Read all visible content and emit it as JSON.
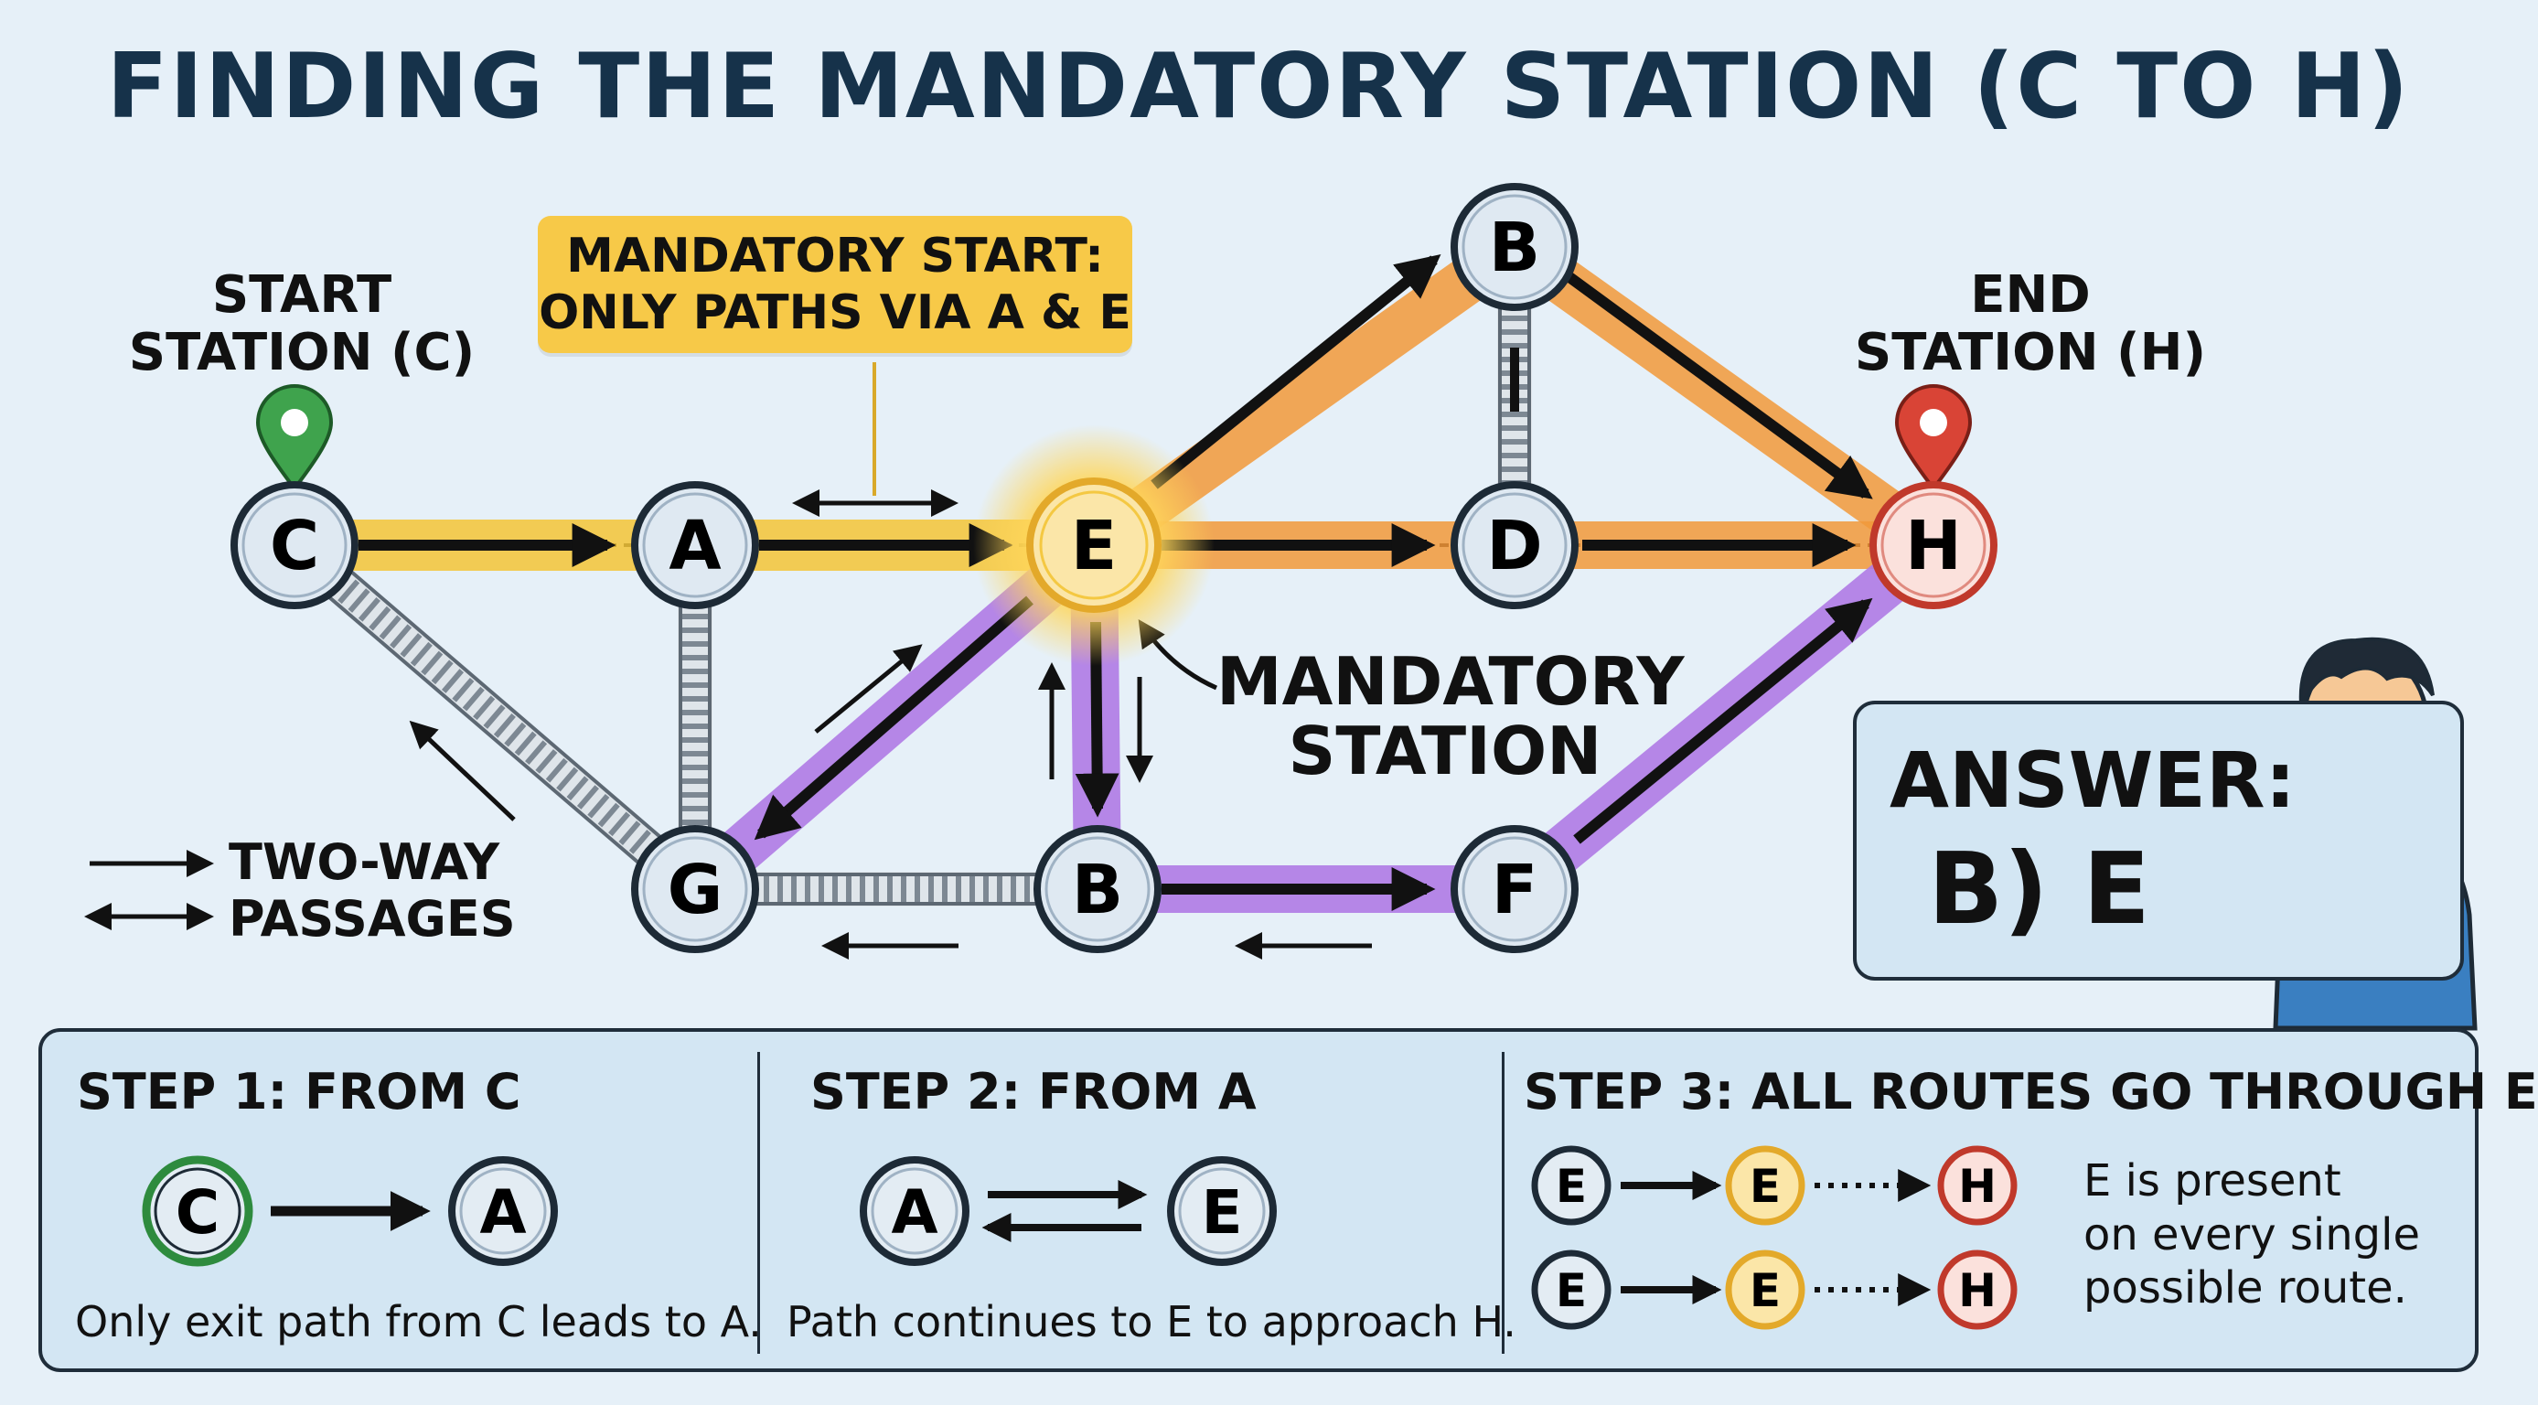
{
  "title": "FINDING THE MANDATORY STATION (C TO H)",
  "labels": {
    "start_line1": "START",
    "start_line2": "STATION (C)",
    "end_line1": "END",
    "end_line2": "STATION (H)",
    "callout_line1": "MANDATORY START:",
    "callout_line2": "ONLY PATHS VIA A & E",
    "mandatory_line1": "MANDATORY",
    "mandatory_line2": "STATION",
    "legend_line1": "TWO-WAY",
    "legend_line2": "PASSAGES"
  },
  "nodes": {
    "C": "C",
    "A": "A",
    "E": "E",
    "B_top": "B",
    "D": "D",
    "H": "H",
    "G": "G",
    "B_bottom": "B",
    "F": "F"
  },
  "answer": {
    "title": "ANSWER:",
    "value": "B) E"
  },
  "steps": [
    {
      "title": "STEP 1: FROM C",
      "from": "C",
      "to": "A",
      "description": "Only exit path from C leads to A."
    },
    {
      "title": "STEP 2: FROM A",
      "from": "A",
      "to": "E",
      "description": "Path continues to E to approach H."
    },
    {
      "title": "STEP 3: ALL ROUTES GO THROUGH E",
      "routes": [
        [
          "E",
          "E",
          "H"
        ],
        [
          "E",
          "E",
          "H"
        ]
      ],
      "note_line1": "E is present",
      "note_line2": "on every single",
      "note_line3": "possible route."
    }
  ],
  "colors": {
    "start_pin": "#3fa34d",
    "end_pin": "#d94436",
    "mandatory": "#f2c230",
    "yellow_track": "#f4c842",
    "orange_track": "#f29a3a",
    "purple_track": "#b07be6",
    "rail_gray": "#8a96a3"
  }
}
